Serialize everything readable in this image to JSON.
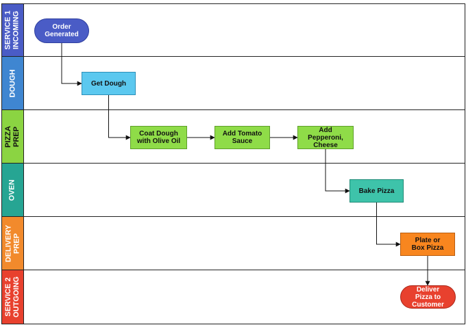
{
  "lanes": [
    {
      "id": "service1",
      "lines": [
        "SERVICE 1",
        "INCOMING"
      ],
      "color": "#4a5cc6",
      "text_dark": false
    },
    {
      "id": "dough",
      "lines": [
        "DOUGH"
      ],
      "color": "#3f86d1",
      "text_dark": false
    },
    {
      "id": "pizza",
      "lines": [
        "PIZZA",
        "PREP"
      ],
      "color": "#8bd442",
      "text_dark": true
    },
    {
      "id": "oven",
      "lines": [
        "OVEN"
      ],
      "color": "#26a593",
      "text_dark": false
    },
    {
      "id": "delivery",
      "lines": [
        "DELIVERY",
        "PREP"
      ],
      "color": "#f28a2c",
      "text_dark": false
    },
    {
      "id": "service2",
      "lines": [
        "SERVICE 2",
        "OUTGOING"
      ],
      "color": "#e8412e",
      "text_dark": false
    }
  ],
  "nodes": [
    {
      "id": "order-generated",
      "lines": [
        "Order",
        "Generated"
      ],
      "shape": "terminal",
      "fill": "#4a5cc6",
      "border": "#2f3f9e"
    },
    {
      "id": "get-dough",
      "lines": [
        "Get Dough"
      ],
      "shape": "process",
      "fill": "#5bc8ef",
      "border": "#2c8fb8"
    },
    {
      "id": "coat-dough",
      "lines": [
        "Coat Dough",
        "with Olive Oil"
      ],
      "shape": "process",
      "fill": "#8fdc48",
      "border": "#5e9e2a"
    },
    {
      "id": "add-tomato-sauce",
      "lines": [
        "Add Tomato",
        "Sauce"
      ],
      "shape": "process",
      "fill": "#8fdc48",
      "border": "#5e9e2a"
    },
    {
      "id": "add-pepperoni",
      "lines": [
        "Add",
        "Pepperoni,",
        "Cheese"
      ],
      "shape": "process",
      "fill": "#8fdc48",
      "border": "#5e9e2a"
    },
    {
      "id": "bake-pizza",
      "lines": [
        "Bake Pizza"
      ],
      "shape": "process",
      "fill": "#3ec3aa",
      "border": "#1f8a76"
    },
    {
      "id": "plate-or-box",
      "lines": [
        "Plate or",
        "Box Pizza"
      ],
      "shape": "process",
      "fill": "#f8861f",
      "border": "#b85c0e"
    },
    {
      "id": "deliver-pizza",
      "lines": [
        "Deliver",
        "Pizza to",
        "Customer"
      ],
      "shape": "terminal",
      "fill": "#e8412e",
      "border": "#a82719"
    }
  ],
  "edges": [
    {
      "from": "order-generated",
      "to": "get-dough"
    },
    {
      "from": "get-dough",
      "to": "coat-dough"
    },
    {
      "from": "coat-dough",
      "to": "add-tomato-sauce"
    },
    {
      "from": "add-tomato-sauce",
      "to": "add-pepperoni"
    },
    {
      "from": "add-pepperoni",
      "to": "bake-pizza"
    },
    {
      "from": "bake-pizza",
      "to": "plate-or-box"
    },
    {
      "from": "plate-or-box",
      "to": "deliver-pizza"
    }
  ]
}
